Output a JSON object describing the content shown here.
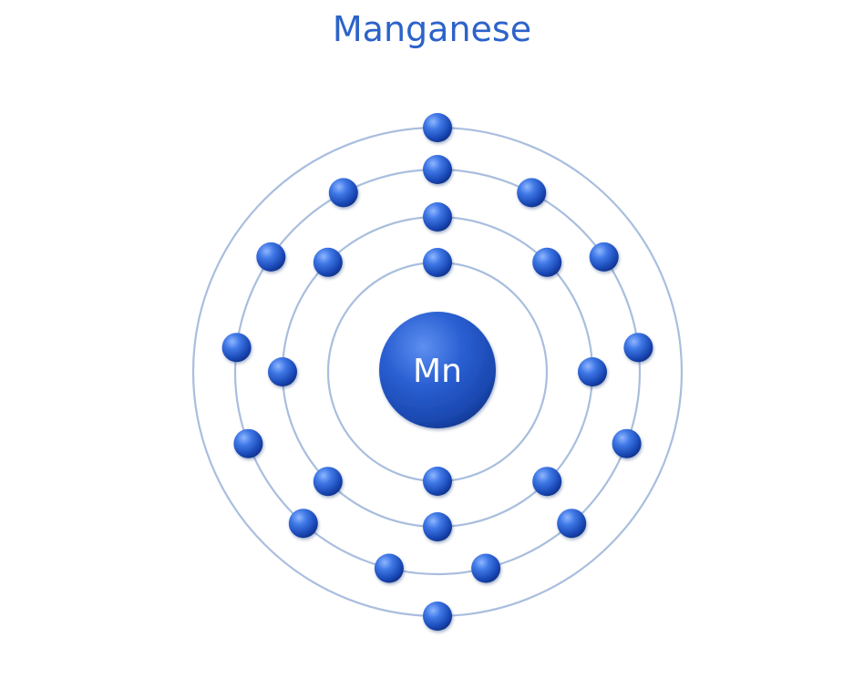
{
  "title": "Manganese",
  "atom": {
    "symbol": "Mn",
    "shells": [
      2,
      8,
      13,
      2
    ]
  },
  "colors": {
    "title": "#2c63c9",
    "electron": "#1f56c8",
    "nucleus": "#1d52c4",
    "orbit": "#a9bede"
  }
}
